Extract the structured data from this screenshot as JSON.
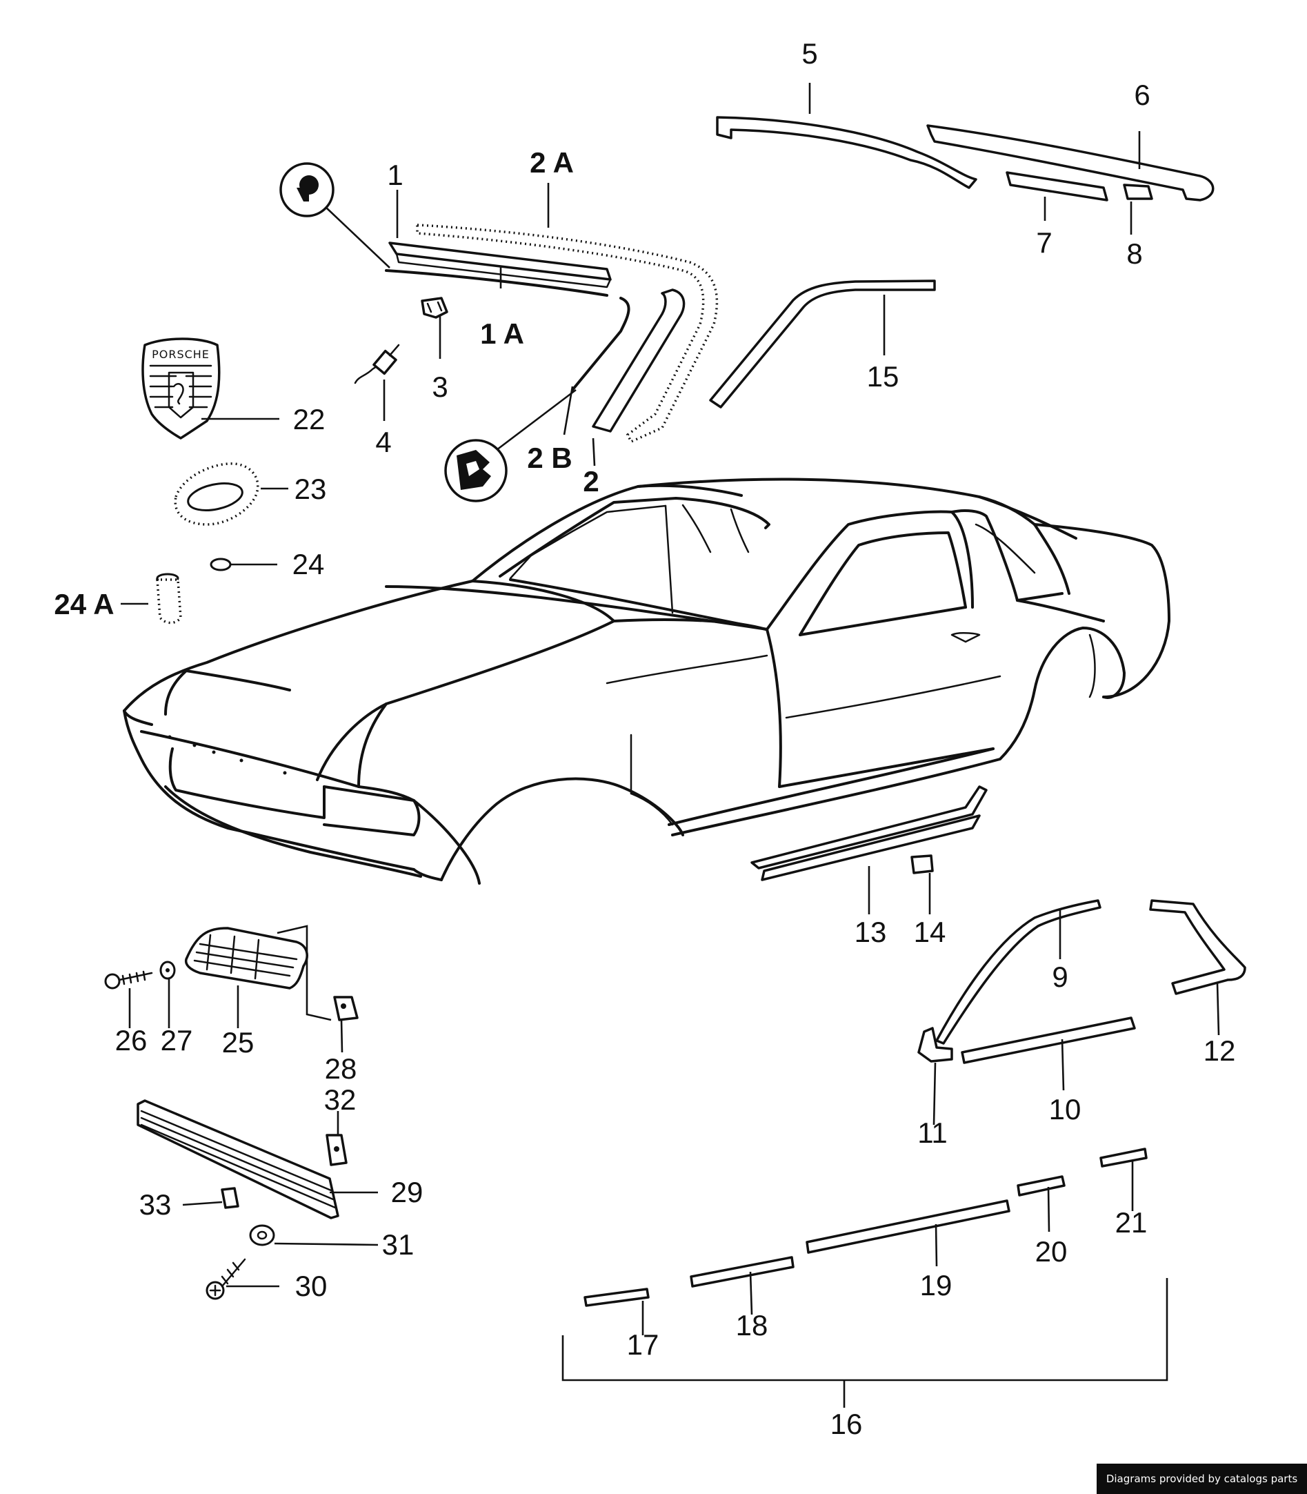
{
  "callouts": [
    {
      "key": "c1",
      "text": "1"
    },
    {
      "key": "c1a",
      "text": "1 A"
    },
    {
      "key": "c2",
      "text": "2"
    },
    {
      "key": "c2a",
      "text": "2 A"
    },
    {
      "key": "c2b",
      "text": "2 B"
    },
    {
      "key": "c3",
      "text": "3"
    },
    {
      "key": "c4",
      "text": "4"
    },
    {
      "key": "c5",
      "text": "5"
    },
    {
      "key": "c6",
      "text": "6"
    },
    {
      "key": "c7",
      "text": "7"
    },
    {
      "key": "c8",
      "text": "8"
    },
    {
      "key": "c9",
      "text": "9"
    },
    {
      "key": "c10",
      "text": "10"
    },
    {
      "key": "c11",
      "text": "11"
    },
    {
      "key": "c12",
      "text": "12"
    },
    {
      "key": "c13",
      "text": "13"
    },
    {
      "key": "c14",
      "text": "14"
    },
    {
      "key": "c15",
      "text": "15"
    },
    {
      "key": "c16",
      "text": "16"
    },
    {
      "key": "c17",
      "text": "17"
    },
    {
      "key": "c18",
      "text": "18"
    },
    {
      "key": "c19",
      "text": "19"
    },
    {
      "key": "c20",
      "text": "20"
    },
    {
      "key": "c21",
      "text": "21"
    },
    {
      "key": "c22",
      "text": "22"
    },
    {
      "key": "c23",
      "text": "23"
    },
    {
      "key": "c24",
      "text": "24"
    },
    {
      "key": "c24a",
      "text": "24 A"
    },
    {
      "key": "c25",
      "text": "25"
    },
    {
      "key": "c26",
      "text": "26"
    },
    {
      "key": "c27",
      "text": "27"
    },
    {
      "key": "c28",
      "text": "28"
    },
    {
      "key": "c29",
      "text": "29"
    },
    {
      "key": "c30",
      "text": "30"
    },
    {
      "key": "c31",
      "text": "31"
    },
    {
      "key": "c32",
      "text": "32"
    },
    {
      "key": "c33",
      "text": "33"
    }
  ],
  "badge": {
    "text": "PORSCHE"
  },
  "credit": "Diagrams provided by catalogs parts"
}
